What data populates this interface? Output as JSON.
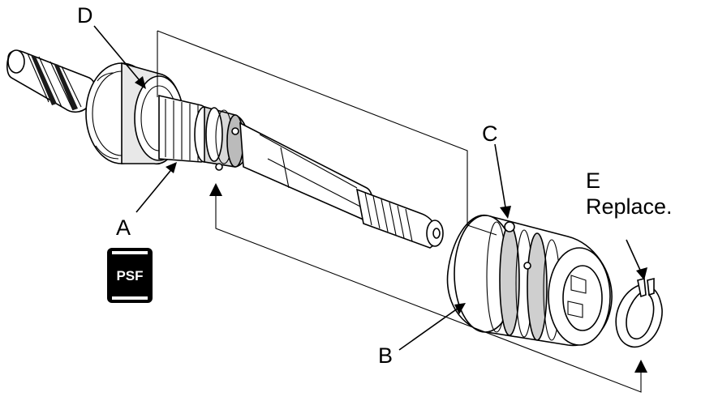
{
  "labels": {
    "a": "A",
    "b": "B",
    "c": "C",
    "d": "D",
    "e": "E",
    "e_note": "Replace."
  },
  "badge": {
    "text": "PSF"
  },
  "colors": {
    "line": "#000000",
    "fill_light": "#ffffff",
    "fill_mid": "#d9d9d9",
    "fill_dark": "#9a9a9a"
  }
}
